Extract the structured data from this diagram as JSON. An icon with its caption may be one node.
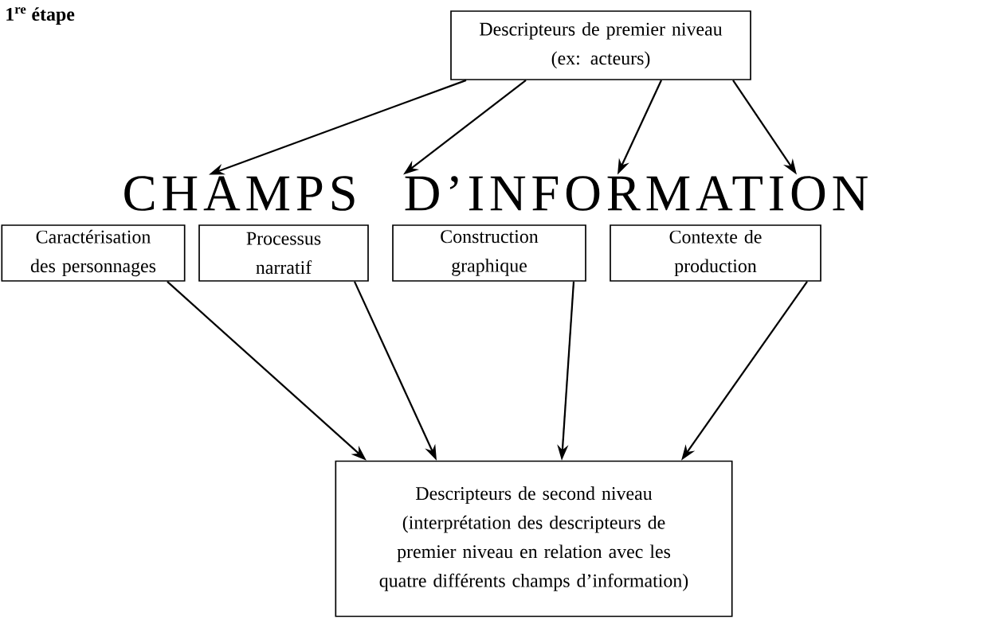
{
  "diagram": {
    "nodes": [
      {
        "text": [
          "Descripteurs de premier niveau",
          "(ex: acteurs)"
        ]
      },
      {
        "text": [
          "CHAMPS D’INFORMATION"
        ]
      },
      {
        "text": [
          "Caractérisation des personnages"
        ]
      },
      {
        "text": [
          "Processus narratif"
        ]
      },
      {
        "text": [
          "Construction graphique"
        ]
      },
      {
        "text": [
          "Contexte de production"
        ]
      },
      {
        "text": [
          "Descripteurs de second niveau",
          "(interprétation des descripteurs de premier niveau en relation avec les quatre différents champs d’information)"
        ]
      }
    ],
    "edges": [
      {
        "from": 0,
        "to": 1,
        "arrow": "to"
      },
      {
        "from": 0,
        "to": 1,
        "arrow": "to"
      },
      {
        "from": 0,
        "to": 1,
        "arrow": "to"
      },
      {
        "from": 0,
        "to": 1,
        "arrow": "to"
      },
      {
        "from": 2,
        "to": 6,
        "arrow": "to"
      },
      {
        "from": 3,
        "to": 6,
        "arrow": "to"
      },
      {
        "from": 4,
        "to": 6,
        "arrow": "to"
      },
      {
        "from": 5,
        "to": 6,
        "arrow": "to"
      }
    ],
    "labels": [
      "1$^{re}$ étape"
    ]
  }
}
